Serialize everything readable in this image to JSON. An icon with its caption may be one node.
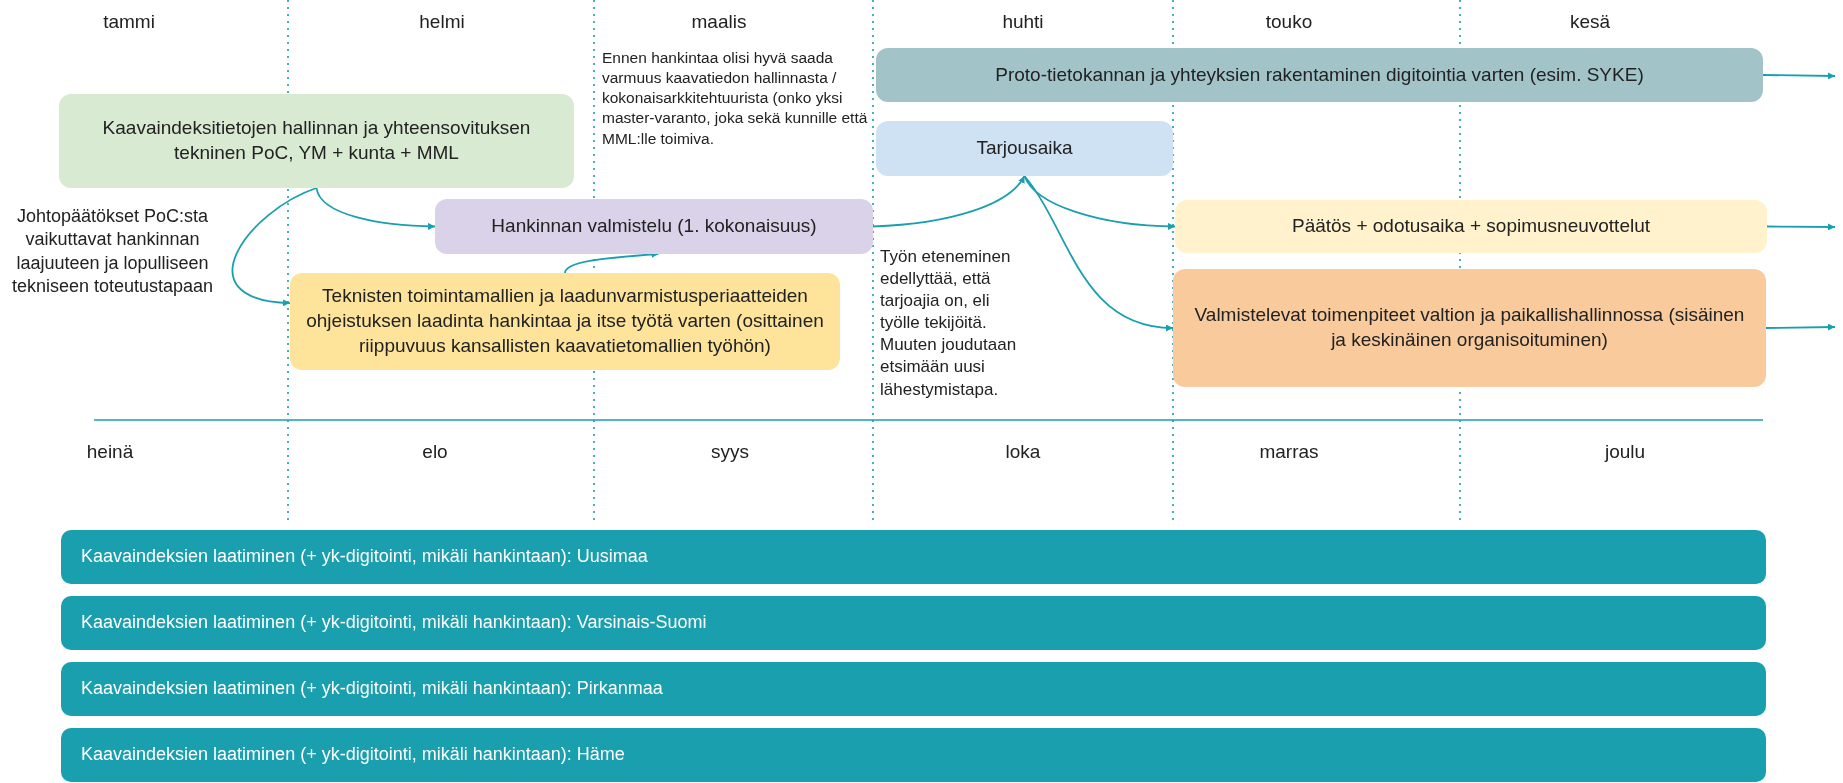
{
  "diagram": {
    "nodes": [
      {
        "text": [
          "Kaavaindeksitietojen hallinnan ja yhteensovituksen tekninen PoC, YM + kunta + MML"
        ]
      },
      {
        "text": [
          "Hankinnan valmistelu (1. kokonaisuus)"
        ]
      },
      {
        "text": [
          "Teknisten toimintamallien ja laadunvarmistusperiaatteiden ohjeistuksen laadinta hankintaa ja itse työtä varten (osittainen riippuvuus kansallisten kaavatietomallien työhön)"
        ]
      },
      {
        "text": [
          "Proto-tietokannan ja yhteyksien rakentaminen digitointia varten (esim. SYKE)"
        ]
      },
      {
        "text": [
          "Tarjousaika"
        ]
      },
      {
        "text": [
          "Päätös + odotusaika + sopimusneuvottelut"
        ]
      },
      {
        "text": [
          "Valmistelevat toimenpiteet valtion ja paikallishallinnossa (sisäinen ja keskinäinen organisoituminen)"
        ]
      },
      {
        "text": [
          "Kaavaindeksien laatiminen (+ yk-digitointi, mikäli hankintaan): Uusimaa"
        ]
      },
      {
        "text": [
          "Kaavaindeksien laatiminen (+ yk-digitointi, mikäli hankintaan): Varsinais-Suomi"
        ]
      },
      {
        "text": [
          "Kaavaindeksien laatiminen (+ yk-digitointi, mikäli hankintaan): Pirkanmaa"
        ]
      },
      {
        "text": [
          "Kaavaindeksien laatiminen (+ yk-digitointi, mikäli hankintaan): Häme"
        ]
      }
    ],
    "edges": [
      {
        "from": 0,
        "to": 1,
        "arrow": "to"
      },
      {
        "from": 0,
        "to": 2,
        "arrow": "to",
        "label": "Johtopäätökset PoC:sta vaikuttavat hankinnan laajuuteen ja lopulliseen tekniseen toteutustapaan"
      },
      {
        "from": 2,
        "to": 1,
        "arrow": "to"
      },
      {
        "from": 1,
        "to": 4,
        "arrow": "to"
      },
      {
        "from": 4,
        "to": 5,
        "arrow": "to"
      },
      {
        "from": 4,
        "to": 6,
        "arrow": "to"
      },
      {
        "from": 3,
        "to": null,
        "arrow": "to"
      },
      {
        "from": 5,
        "to": null,
        "arrow": "to"
      },
      {
        "from": 6,
        "to": null,
        "arrow": "to"
      }
    ],
    "labels": [
      "tammi",
      "helmi",
      "maalis",
      "huhti",
      "touko",
      "kesä",
      "Ennen hankintaa olisi hyvä saada varmuus kaavatiedon hallinnasta / kokonaisarkkitehtuurista (onko yksi master-varanto, joka sekä kunnille että MML:lle toimiva.",
      "Työn eteneminen edellyttää, että tarjoajia on, eli työlle tekijöitä. Muuten joudutaan etsimään uusi lähestymistapa.",
      "heinä",
      "elo",
      "syys",
      "loka",
      "marras",
      "joulu"
    ]
  }
}
